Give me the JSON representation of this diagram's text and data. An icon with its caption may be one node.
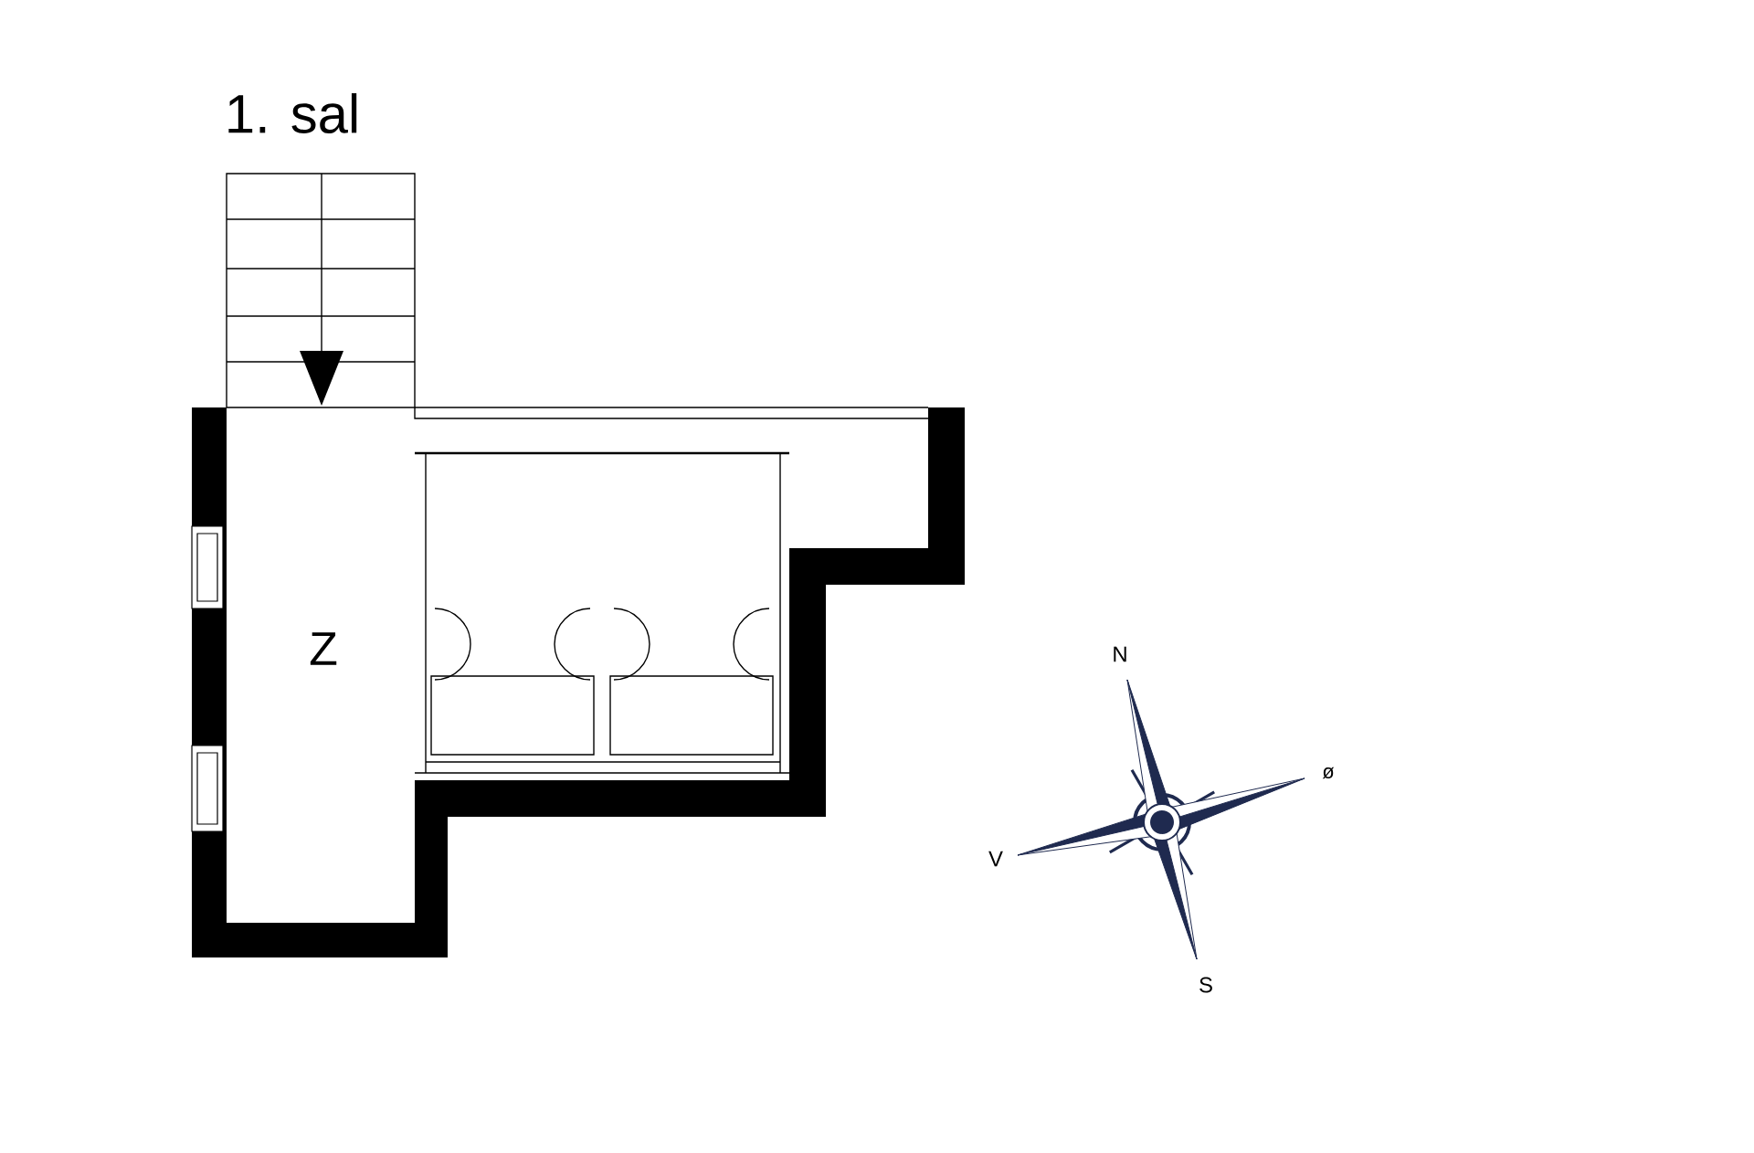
{
  "diagram": {
    "title": "1. sal",
    "labels": [
      "Z",
      "N",
      "ø",
      "V",
      "S"
    ]
  }
}
